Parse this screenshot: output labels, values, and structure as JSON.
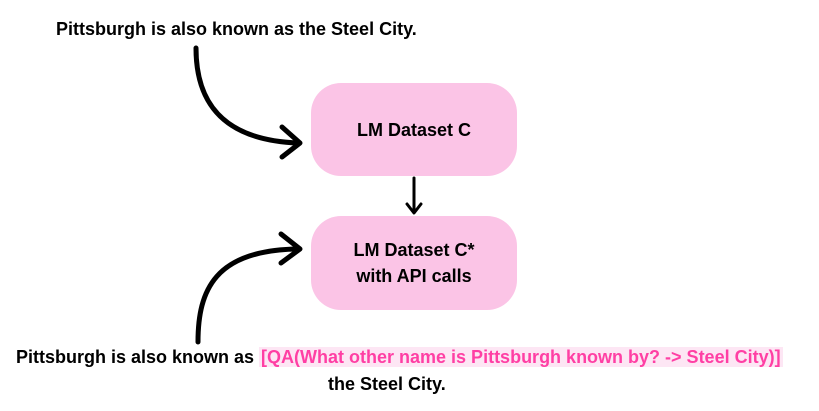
{
  "top_sentence": "Pittsburgh is also known as the Steel City.",
  "nodes": {
    "dataset": {
      "label": "LM Dataset C"
    },
    "augmented": {
      "line1": "LM Dataset C*",
      "line2": "with API calls"
    }
  },
  "bottom_sentence": {
    "prefix": "Pittsburgh is also known as ",
    "api_call": "[QA(What other name is Pittsburgh known by? -> Steel City)]",
    "suffix": "the Steel City."
  },
  "colors": {
    "node_fill": "#fbc4e6",
    "api_call_text": "#ff3fa4",
    "api_call_highlight": "#fde6f4"
  }
}
